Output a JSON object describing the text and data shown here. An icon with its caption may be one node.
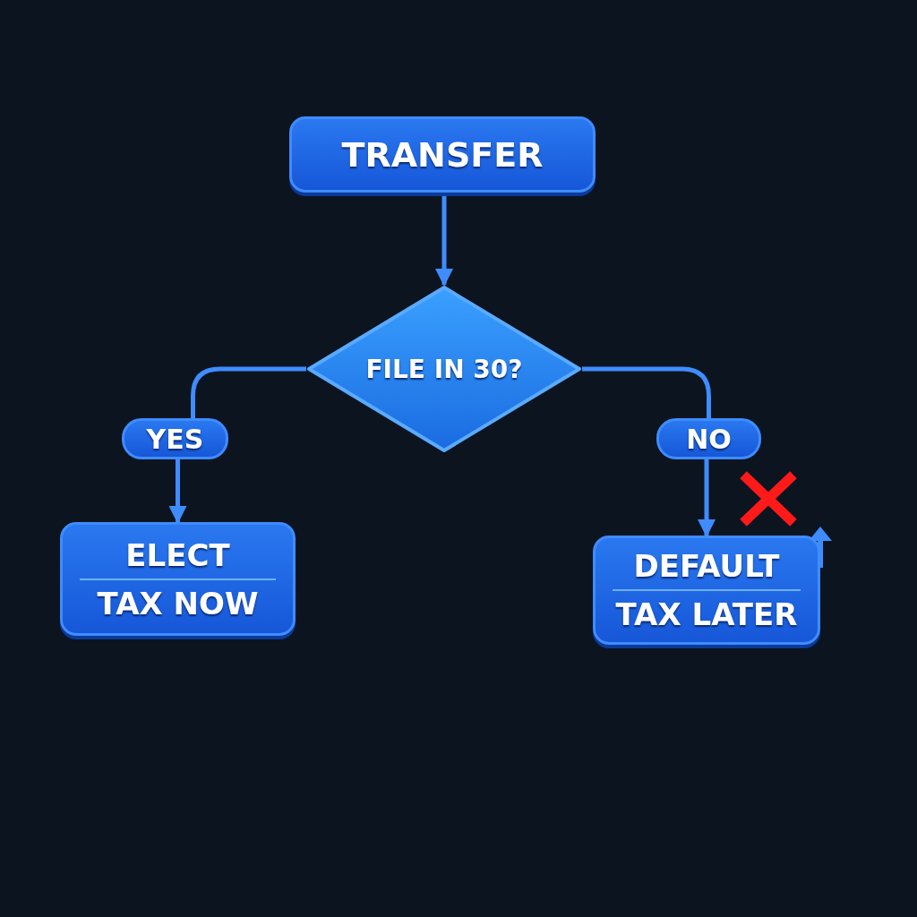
{
  "diagram": {
    "nodes": [
      {
        "text": [
          "TRANSFER"
        ]
      },
      {
        "text": [
          "FILE IN 30?"
        ]
      },
      {
        "text": [
          "YES"
        ]
      },
      {
        "text": [
          "NO"
        ]
      },
      {
        "text": [
          "ELECT",
          "TAX NOW"
        ]
      },
      {
        "text": [
          "DEFAULT",
          "TAX LATER"
        ]
      }
    ],
    "edges": [
      {
        "from": 0,
        "to": 1,
        "arrow": "to"
      },
      {
        "from": 1,
        "to": 2,
        "arrow": "none"
      },
      {
        "from": 1,
        "to": 3,
        "arrow": "none"
      },
      {
        "from": 2,
        "to": 4,
        "arrow": "to"
      },
      {
        "from": 3,
        "to": 5,
        "arrow": "to"
      }
    ]
  }
}
